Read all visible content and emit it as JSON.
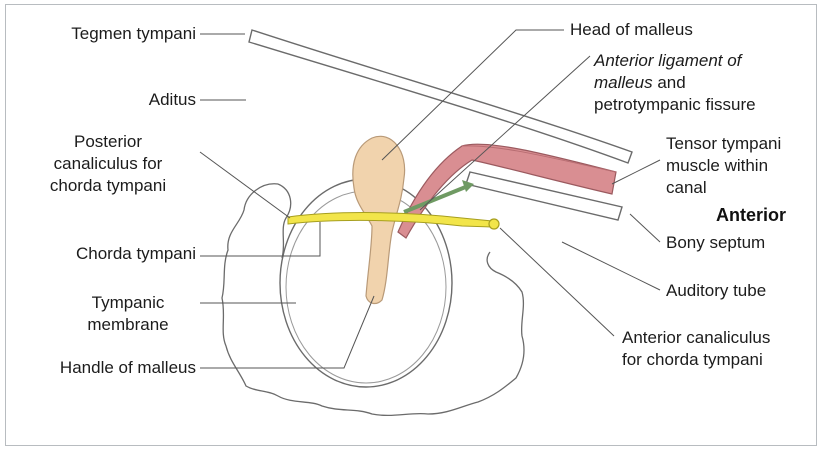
{
  "labels": {
    "tegmen_tympani": "Tegmen tympani",
    "aditus": "Aditus",
    "posterior_canaliculus": [
      "Posterior",
      "canaliculus for",
      "chorda tympani"
    ],
    "chorda_tympani": "Chorda tympani",
    "tympanic_membrane": [
      "Tympanic",
      "membrane"
    ],
    "handle_of_malleus": "Handle of malleus",
    "head_of_malleus": "Head of malleus",
    "anterior_ligament": {
      "italic_1": "Anterior ligament of",
      "italic_2": "malleus",
      "rest_2": " and",
      "line_3": "petrotympanic fissure"
    },
    "tensor_tympani": [
      "Tensor tympani",
      "muscle within",
      "canal"
    ],
    "anterior": "Anterior",
    "bony_septum": "Bony septum",
    "auditory_tube": "Auditory tube",
    "anterior_canaliculus": [
      "Anterior canaliculus",
      "for chorda tympani"
    ]
  },
  "colors": {
    "frame_border": "#b8bcc0",
    "outline": "#6b6b6b",
    "leader": "#555555",
    "malleus_fill": "#f1d3ad",
    "malleus_stroke": "#b99a78",
    "chorda_fill": "#f2e54a",
    "chorda_stroke": "#a79f1f",
    "muscle_fill": "#d98e92",
    "muscle_stroke": "#9b5a5f",
    "ligament": "#6f9a63"
  },
  "icons": [
    "malleus-shape",
    "chorda-nerve",
    "tensor-muscle",
    "ligament-arrow",
    "tympanic-ring"
  ]
}
